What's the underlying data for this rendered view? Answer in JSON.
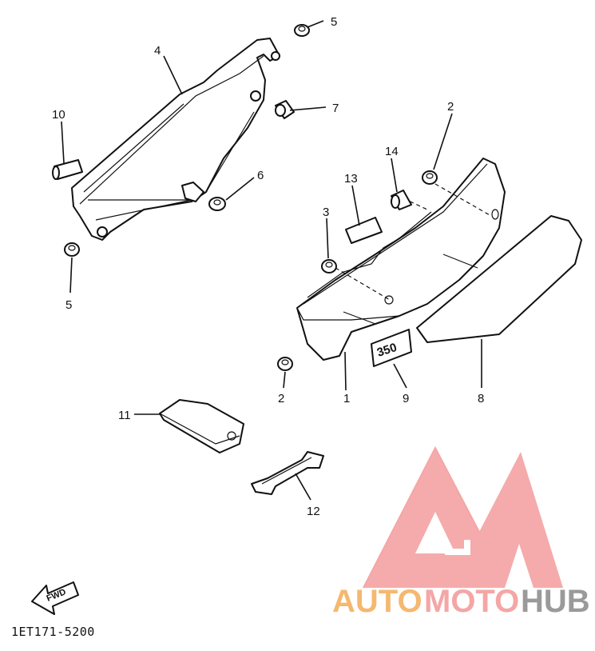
{
  "callouts": {
    "c1": "1",
    "c2a": "2",
    "c2b": "2",
    "c3": "3",
    "c4": "4",
    "c5a": "5",
    "c5b": "5",
    "c6": "6",
    "c7": "7",
    "c8": "8",
    "c9": "9",
    "c10": "10",
    "c11": "11",
    "c12": "12",
    "c13": "13",
    "c14": "14"
  },
  "diagram_code": "1ET171-5200",
  "fwd_label": "FWD",
  "emblem_text": "350",
  "watermark": {
    "auto": "AUTO",
    "moto": "MOTO",
    "hub": "HUB",
    "colors": {
      "auto": "#f5b870",
      "moto": "#f4a6a6",
      "hub": "#9a9a9a",
      "logo": "#f4a6a6"
    }
  }
}
